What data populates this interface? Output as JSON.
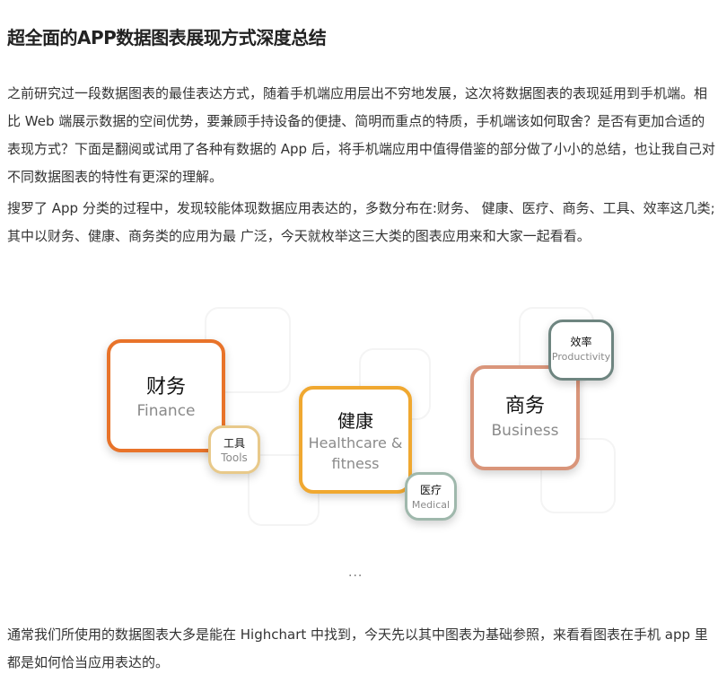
{
  "article": {
    "title": "超全面的APP数据图表展现方式深度总结",
    "paragraph1": "之前研究过一段数据图表的最佳表达方式，随着手机端应用层出不穷地发展，这次将数据图表的表现延用到手机端。相比 Web 端展示数据的空间优势，要兼顾手持设备的便捷、简明而重点的特质，手机端该如何取舍？是否有更加合适的表现方式？下面是翻阅或试用了各种有数据的 App 后，将手机端应用中值得借鉴的部分做了小小的总结，也让我自己对不同数据图表的特性有更深的理解。",
    "paragraph2": "搜罗了 App 分类的过程中，发现较能体现数据应用表达的，多数分布在:财务、 健康、医疗、商务、工具、效率这几类;其中以财务、健康、商务类的应用为最 广泛，今天就枚举这三大类的图表应用来和大家一起看看。",
    "paragraph3": "通常我们所使用的数据图表大多是能在 Highchart 中找到，今天先以其中图表为基础参照，来看看图表在手机 app 里都是如何恰当应用表达的。"
  },
  "figure": {
    "finance": {
      "cn": "财务",
      "en": "Finance",
      "color": "#e8732a"
    },
    "tools": {
      "cn": "工具",
      "en": "Tools",
      "color": "#e8c98a"
    },
    "health": {
      "cn": "健康",
      "en_line1": "Healthcare &",
      "en_line2": "fitness",
      "color": "#f0a830"
    },
    "medical": {
      "cn": "医疗",
      "en": "Medical",
      "color": "#9fb8ac"
    },
    "business": {
      "cn": "商务",
      "en": "Business",
      "color": "#d9957a"
    },
    "productivity": {
      "cn": "效率",
      "en": "Productivity",
      "color": "#6e8580"
    },
    "ellipsis": "..."
  }
}
